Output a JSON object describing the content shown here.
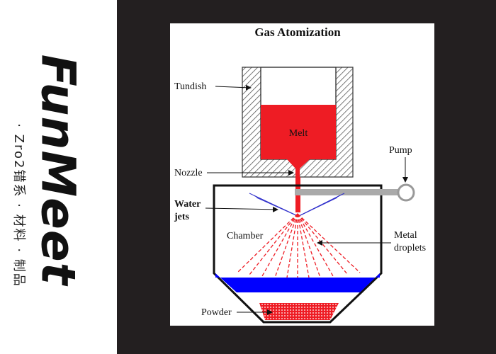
{
  "brand": {
    "name": "FunMeet",
    "tagline": "· Zro2错系 · 材料 · 制品"
  },
  "diagram": {
    "title": "Gas Atomization",
    "labels": {
      "tundish": "Tundish",
      "melt": "Melt",
      "nozzle": "Nozzle",
      "water_jets_line1": "Water",
      "water_jets_line2": "jets",
      "chamber": "Chamber",
      "pump": "Pump",
      "metal_droplets_line1": "Metal",
      "metal_droplets_line2": "droplets",
      "powder": "Powder"
    },
    "colors": {
      "melt": "#ee1c24",
      "water": "#0000ff",
      "jets": "#3333cc",
      "droplets": "#ee1c24",
      "pipe": "#999999",
      "hatch": "#555555",
      "background_dark": "#231f20"
    }
  }
}
